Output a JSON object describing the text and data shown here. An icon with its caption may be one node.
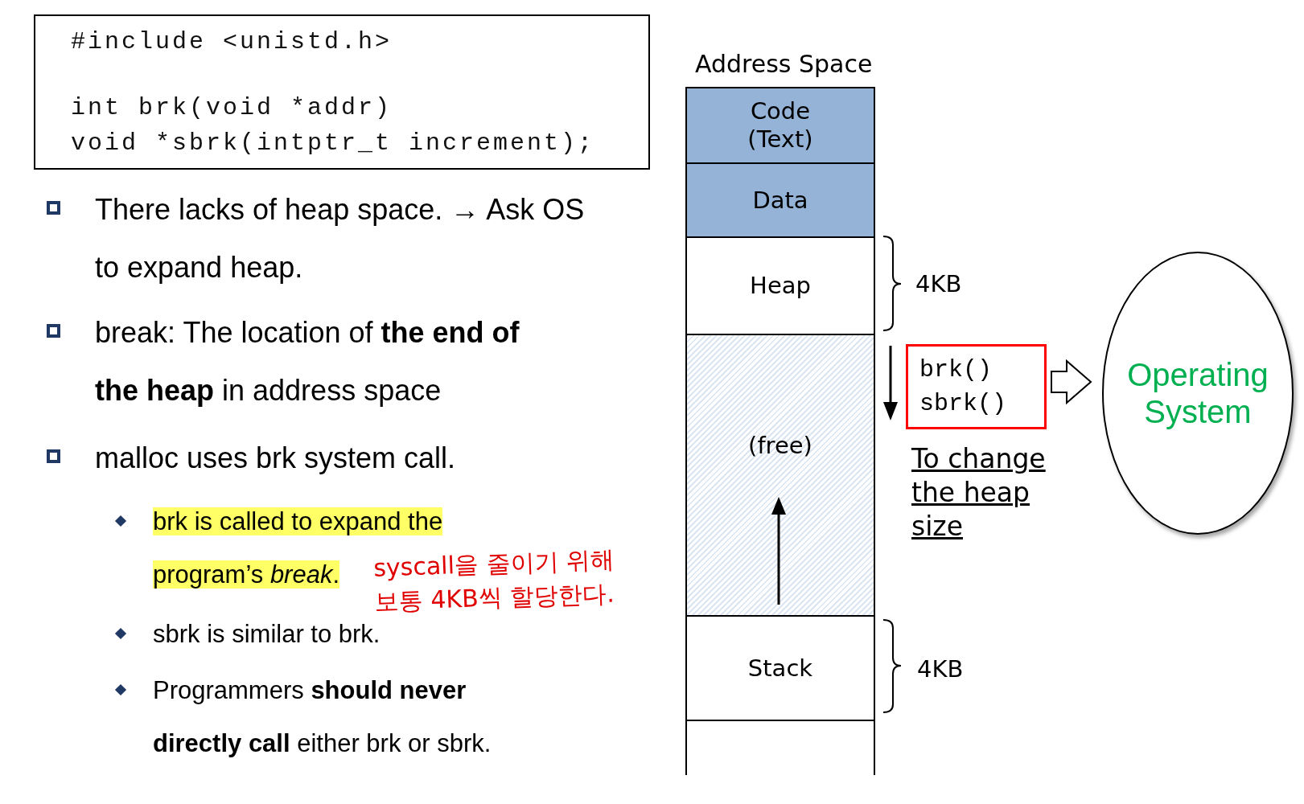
{
  "diagram": {
    "nodes": [
      {
        "text": [
          "#include <unistd.h>",
          "int brk(void *addr)",
          "void *sbrk(intptr_t increment);"
        ]
      },
      {
        "text": [
          "Address Space"
        ]
      },
      {
        "text": [
          "Code (Text)"
        ],
        "in": 1
      },
      {
        "text": [
          "Data"
        ],
        "in": 1
      },
      {
        "text": [
          "Heap"
        ],
        "in": 1
      },
      {
        "text": [
          "(free)"
        ],
        "in": 1
      },
      {
        "text": [
          "Stack"
        ],
        "in": 1
      },
      {
        "text": [],
        "shape": "box",
        "in": 1
      },
      {
        "text": [
          "brk()",
          "sbrk()"
        ],
        "beside": [
          "To change the heap size"
        ]
      },
      {
        "text": [
          "Operating System"
        ]
      }
    ],
    "edges": [
      {
        "from": 8,
        "to": 9,
        "arrow": "to"
      }
    ],
    "labels": [
      "There lacks of heap space. → Ask OS to expand heap.",
      "break: The location of **the end of the heap** in address space",
      "malloc uses brk system call.",
      "brk is called to expand the program’s *break*.",
      "sbrk is similar to brk.",
      "Programmers **should never directly call** either brk or sbrk.",
      "4KB",
      "4KB",
      "syscall을 줄이기 위해 보통 4KB씩 할당한다."
    ]
  }
}
